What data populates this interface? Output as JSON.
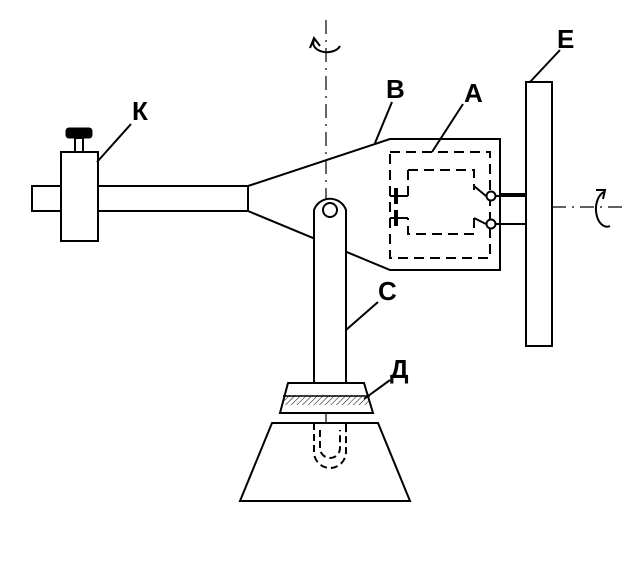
{
  "labels": {
    "k": "К",
    "b": "В",
    "a": "А",
    "e": "Е",
    "c": "С",
    "d": "Д"
  },
  "colors": {
    "stroke": "#000000",
    "background": "#ffffff"
  }
}
